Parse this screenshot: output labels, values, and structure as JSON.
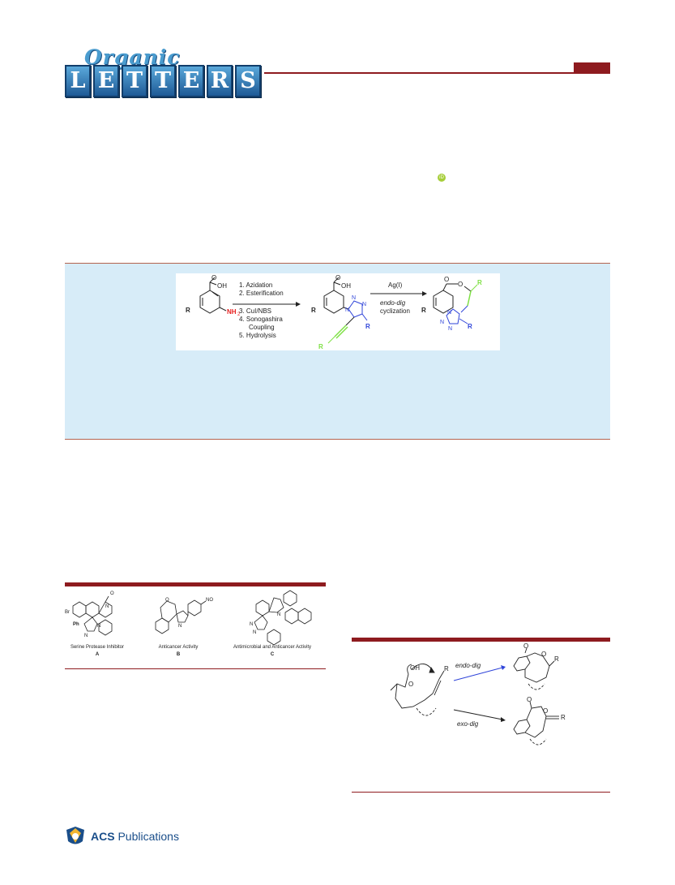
{
  "journal": {
    "logo_top": "Organic",
    "logo_letters": [
      "L",
      "E",
      "T",
      "T",
      "E",
      "R",
      "S"
    ]
  },
  "toc": {
    "step_labels": [
      "1. Azidation",
      "2. Esterification",
      "3. CuI/NBS",
      "4. Sonogashira",
      "Coupling",
      "5. Hydrolysis"
    ],
    "catalyst": "Ag(I)",
    "mode": "endo-dig",
    "cyclization": "cyclization",
    "atom_o": "O",
    "atom_oh": "OH",
    "atom_nh2": "NH",
    "sub2": "2",
    "r1": "R",
    "r2": "R",
    "r3": "R",
    "n": "N"
  },
  "figure1": {
    "compounds": [
      {
        "caption": "Serine Protease Inhibitor",
        "letter": "A",
        "substituent": "Br",
        "group": "Ph"
      },
      {
        "caption": "Anticancer Activity",
        "letter": "B",
        "substituent": "NO"
      },
      {
        "caption": "Antimicrobial and Anticancer Activity",
        "letter": "C"
      }
    ],
    "n_label": "N"
  },
  "figure2": {
    "endo_label": "endo-dig",
    "exo_label": "exo-dig",
    "oh": "OH",
    "o": "O",
    "r": "R"
  },
  "footer": {
    "publisher_bold": "ACS",
    "publisher_rest": " Publications"
  },
  "colors": {
    "brand_red": "#8e1b1f",
    "abstract_bg": "#d7ecf8",
    "green": "#7ee044",
    "blue": "#2f44d9",
    "red": "#e82020"
  }
}
